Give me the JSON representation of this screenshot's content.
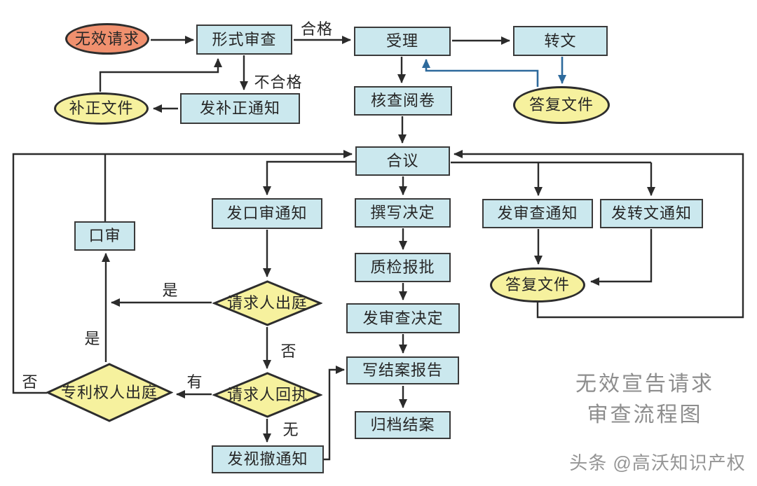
{
  "title": {
    "line1": "无效宣告请求",
    "line2": "审查流程图"
  },
  "watermark": "头条 @高沃知识产权",
  "colors": {
    "process_box_fill": "#cbe8ee",
    "document_ellipse_fill": "#f6f19e",
    "start_ellipse_fill": "#f0906e",
    "shape_border": "#2d2d2d",
    "arrow_black": "#2b2b2b",
    "arrow_blue": "#2e6a9c",
    "title_gray": "#8d8d8d"
  },
  "nodes": {
    "invalid_request": {
      "label": "无效请求"
    },
    "formal_exam": {
      "label": "形式审查"
    },
    "acceptance": {
      "label": "受理"
    },
    "transfer": {
      "label": "转文"
    },
    "reply_doc_top": {
      "label": "答复文件"
    },
    "correction_doc": {
      "label": "补正文件"
    },
    "correction_notice": {
      "label": "发补正通知"
    },
    "file_review": {
      "label": "核查阅卷"
    },
    "panel": {
      "label": "合议"
    },
    "oral_hearing": {
      "label": "口审"
    },
    "oral_notice": {
      "label": "发口审通知"
    },
    "draft_decision": {
      "label": "撰写决定"
    },
    "exam_notice": {
      "label": "发审查通知"
    },
    "transfer_notice": {
      "label": "发转文通知"
    },
    "qc_approval": {
      "label": "质检报批"
    },
    "exam_decision": {
      "label": "发审查决定"
    },
    "requester_appear": {
      "label": "请求人出庭"
    },
    "requester_receipt": {
      "label": "请求人回执"
    },
    "patentee_appear": {
      "label": "专利权人出庭"
    },
    "closing_report": {
      "label": "写结案报告"
    },
    "withdrawal_notice": {
      "label": "发视撤通知"
    },
    "reply_doc_bottom": {
      "label": "答复文件"
    },
    "archive": {
      "label": "归档结案"
    }
  },
  "edge_labels": {
    "qualified": "合格",
    "unqualified": "不合格",
    "yes_requester": "是",
    "no_requester": "否",
    "yes_patentee": "是",
    "no_patentee": "否",
    "has_receipt": "有",
    "no_receipt": "无"
  }
}
